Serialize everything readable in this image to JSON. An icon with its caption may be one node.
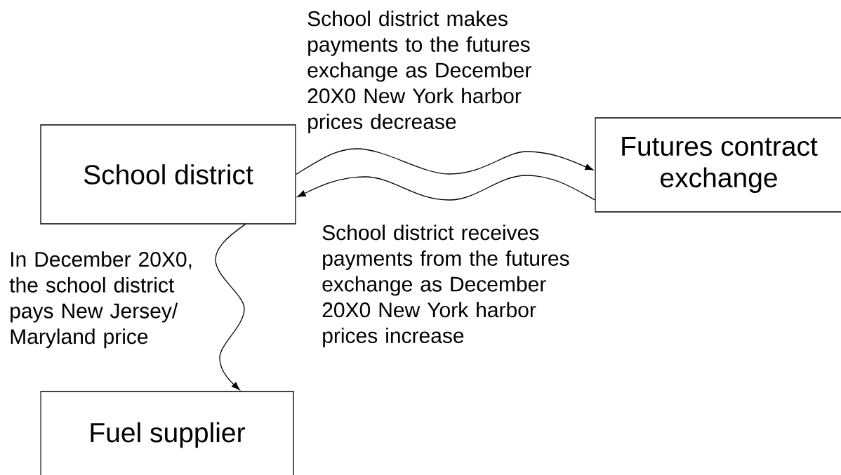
{
  "diagram": {
    "nodes": [
      {
        "text": [
          "School district"
        ]
      },
      {
        "text": [
          "Futures contract exchange"
        ]
      },
      {
        "text": [
          "Fuel supplier"
        ]
      }
    ],
    "edges": [
      {
        "from": 0,
        "to": 1,
        "arrow": "to",
        "label": "School district makes payments to the futures exchange as December 20X0 New York harbor prices decrease"
      },
      {
        "from": 1,
        "to": 0,
        "arrow": "to",
        "label": "School district receives payments from the futures exchange as December 20X0 New York harbor prices increase"
      },
      {
        "from": 0,
        "to": 2,
        "arrow": "to",
        "label": "In December 20X0, the school district pays New Jersey/ Maryland price"
      }
    ]
  }
}
